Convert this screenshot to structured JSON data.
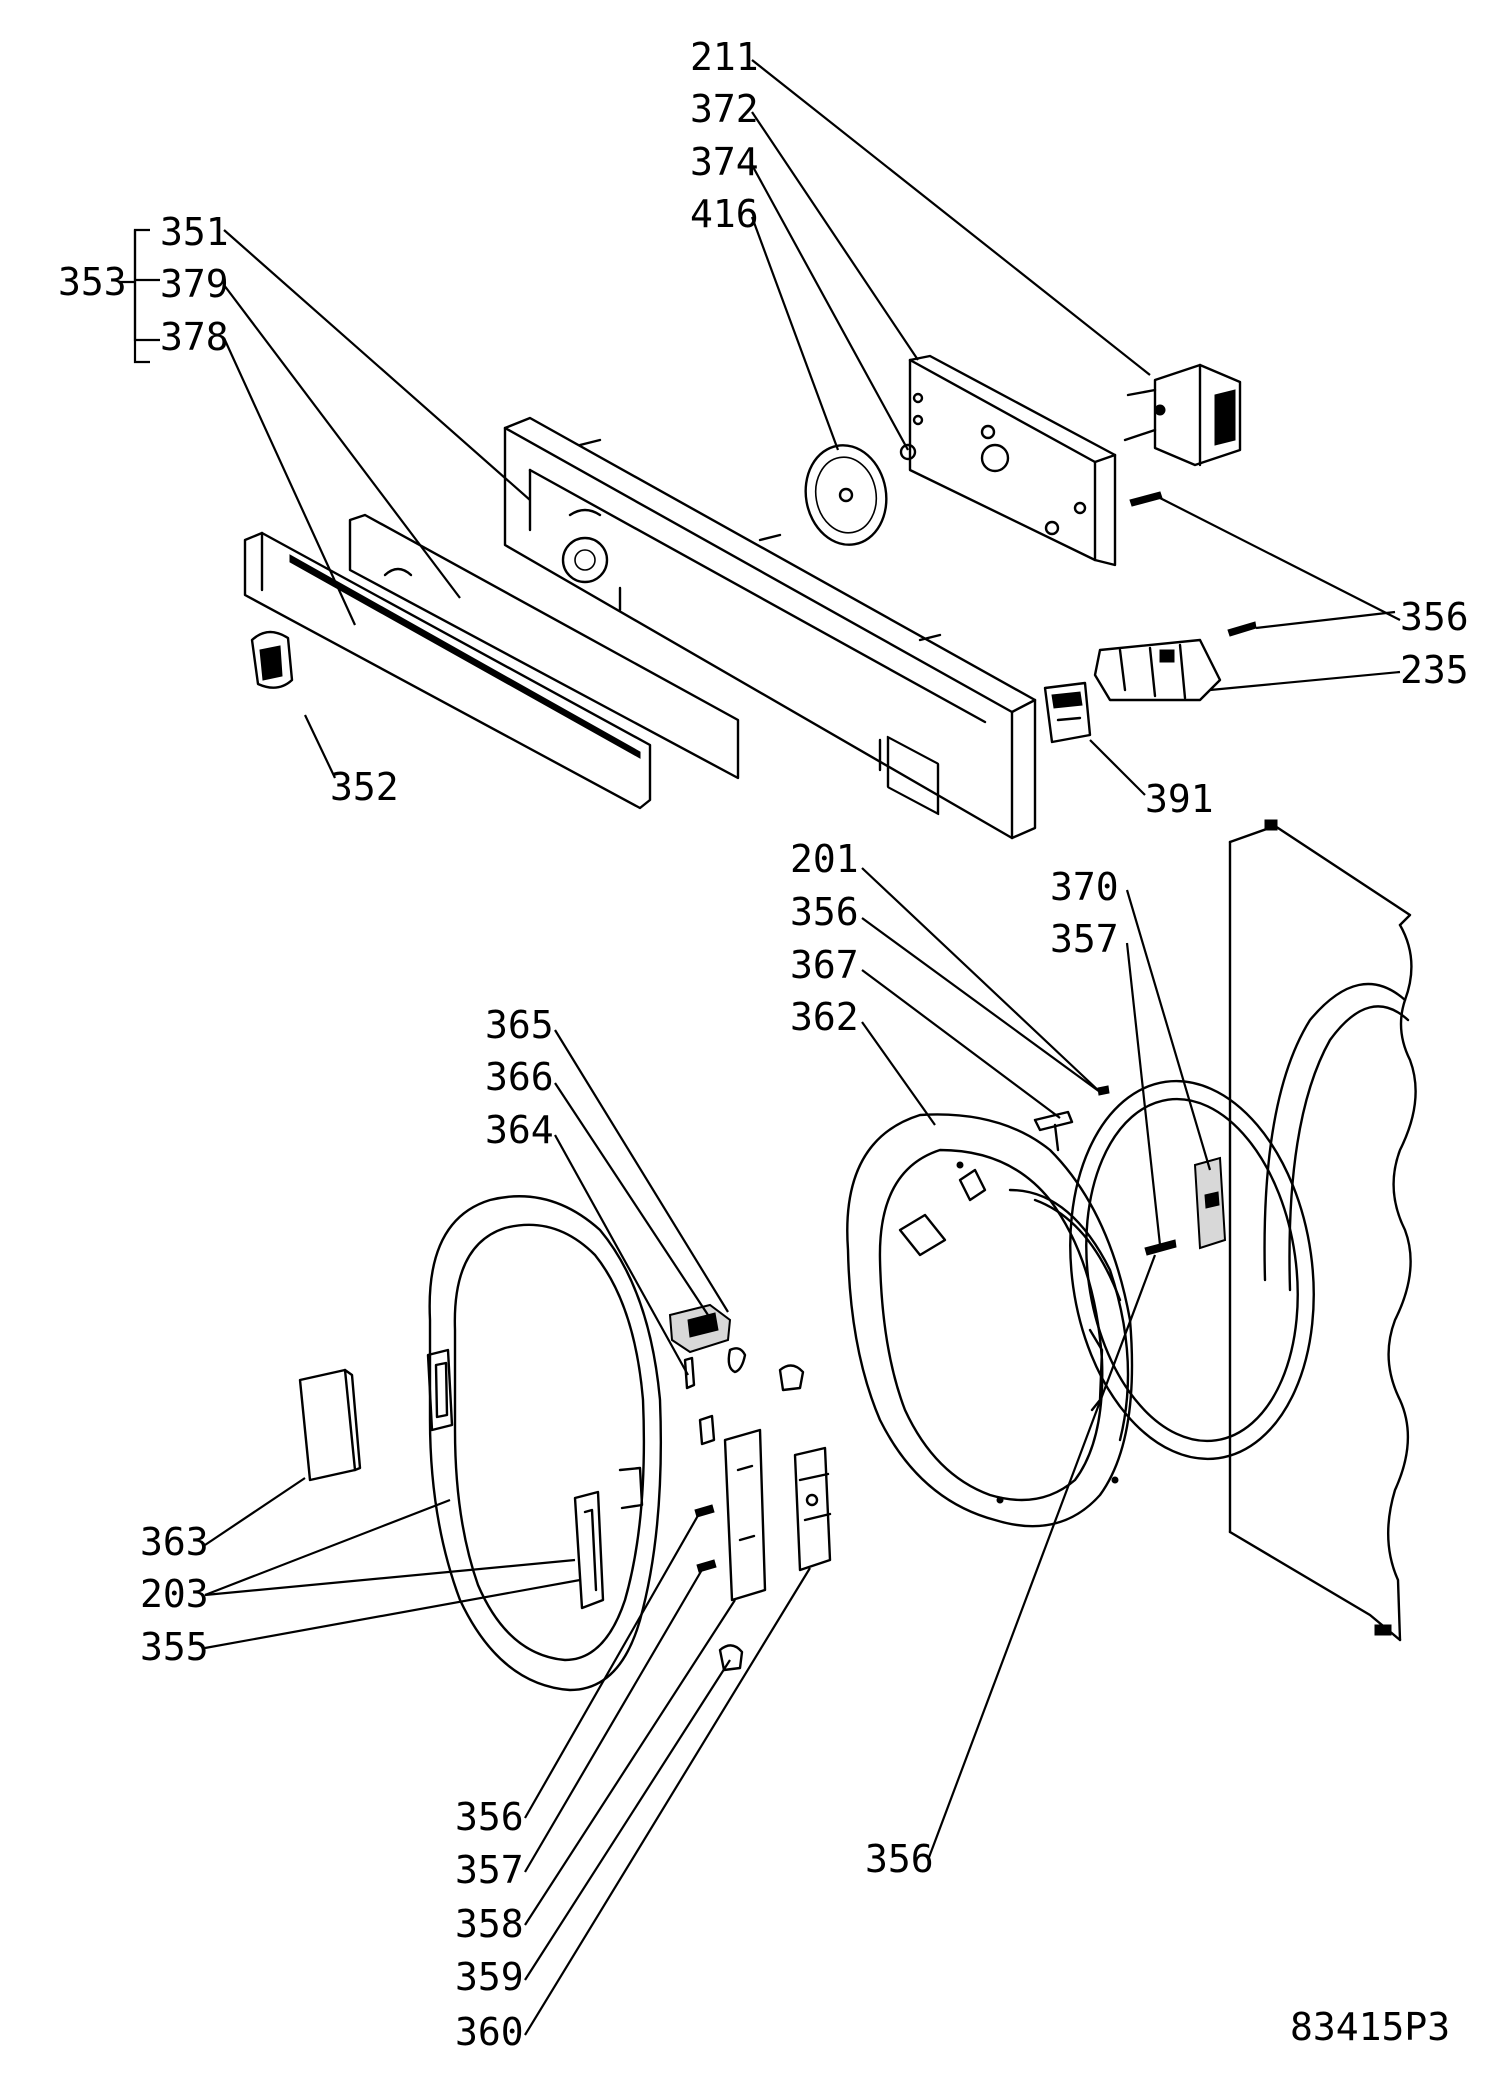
{
  "document_id": "83415P3",
  "group_label": "353",
  "group_members": [
    "351",
    "379",
    "378"
  ],
  "callouts": {
    "c211": "211",
    "c372": "372",
    "c374": "374",
    "c416": "416",
    "c351": "351",
    "c379": "379",
    "c378": "378",
    "c352": "352",
    "c356_timer": "356",
    "c235": "235",
    "c391": "391",
    "c201": "201",
    "c356_mid": "356",
    "c367": "367",
    "c362": "362",
    "c370": "370",
    "c357_mid": "357",
    "c365": "365",
    "c366": "366",
    "c364": "364",
    "c363": "363",
    "c203": "203",
    "c355": "355",
    "c356_low": "356",
    "c357_low": "357",
    "c358": "358",
    "c359": "359",
    "c360": "360",
    "c356_right": "356"
  }
}
